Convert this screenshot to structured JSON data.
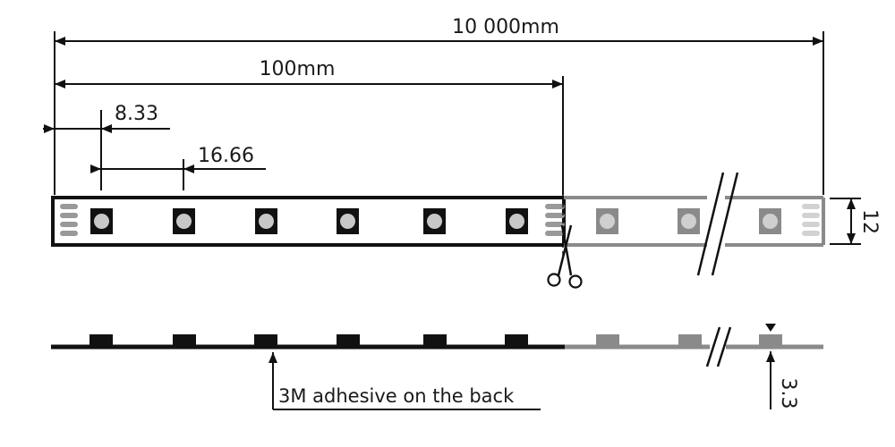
{
  "dimensions": {
    "total_length": "10 000mm",
    "cut_length": "100mm",
    "first_led_offset": "8.33",
    "led_pitch": "16.66",
    "strip_width": "12",
    "strip_height": "3.3"
  },
  "annotations": {
    "adhesive": "3M adhesive on the back"
  },
  "icons": {
    "cut_mark": "scissors-icon"
  },
  "colors": {
    "dark": "#111111",
    "faded": "#8a8a8a",
    "led_fill": "#c8c8c8"
  }
}
